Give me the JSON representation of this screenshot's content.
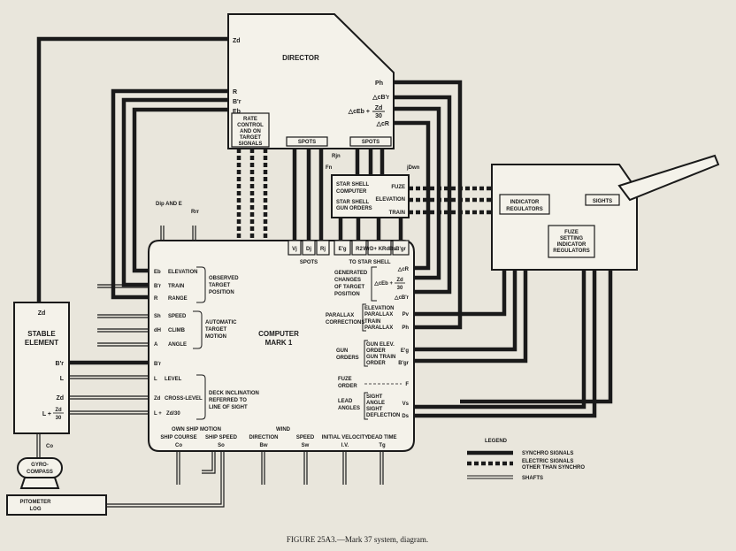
{
  "director": {
    "title": "DIRECTOR",
    "zd": "Zd",
    "r": "R",
    "br": "B'r",
    "eb": "Eb",
    "ph": "Ph",
    "dcbr": "△cB'r",
    "dceb": "△cEb +",
    "zd30_top": "Zd",
    "zd30_bot": "30",
    "dcr": "△cR",
    "rate_box": [
      "RATE",
      "CONTROL",
      "AND ON",
      "TARGET",
      "SIGNALS"
    ],
    "spots_left": "SPOTS",
    "spots_right": "SPOTS"
  },
  "star_shell": {
    "title": [
      "STAR SHELL",
      "COMPUTER"
    ],
    "gun_orders": [
      "STAR SHELL",
      "GUN ORDERS"
    ],
    "fuze": "FUZE",
    "elevation": "ELEVATION",
    "train": "TRAIN",
    "rjn": "Rjn",
    "fn": "Fn",
    "jdwn": "jDwn"
  },
  "computer": {
    "title": [
      "COMPUTER",
      "MARK 1"
    ],
    "inputs_top": [
      "Dip AND E",
      "Rrr"
    ],
    "spots_cells": [
      "Vj",
      "Dj",
      "Rj"
    ],
    "spots_label": "SPOTS",
    "ss_cells": [
      "E'g",
      "R2",
      "WrD+ KRdBs",
      "B'gr"
    ],
    "to_star_shell": "TO STAR SHELL",
    "left_rows": [
      {
        "sym": "Eb",
        "name": "ELEVATION"
      },
      {
        "sym": "B'r",
        "name": "TRAIN"
      },
      {
        "sym": "R",
        "name": "RANGE"
      }
    ],
    "observed": [
      "OBSERVED",
      "TARGET",
      "POSITION"
    ],
    "motion_rows": [
      {
        "sym": "Sh",
        "name": "SPEED"
      },
      {
        "sym": "dH",
        "name": "CLIMB"
      },
      {
        "sym": "A",
        "name": "ANGLE"
      }
    ],
    "automatic": [
      "AUTOMATIC",
      "TARGET",
      "MOTION"
    ],
    "br_sym": "B'r",
    "deck_rows": [
      {
        "sym": "L",
        "name": "LEVEL"
      },
      {
        "sym": "Zd",
        "name": "CROSS-LEVEL"
      },
      {
        "sym": "L +",
        "name": "Zd/30"
      }
    ],
    "deck": [
      "DECK INCLINATION",
      "REFERRED TO",
      "LINE OF SIGHT"
    ],
    "generated": [
      "GENERATED",
      "CHANGES",
      "OF TARGET",
      "POSITION"
    ],
    "gen_syms": [
      "△cR",
      "△cEb +",
      "Zd",
      "30",
      "△cB'r"
    ],
    "parallax_label": [
      "PARALLAX",
      "CORRECTIONS"
    ],
    "parallax_rows": [
      "ELEVATION",
      "PARALLAX",
      "TRAIN",
      "PARALLAX"
    ],
    "pv": "Pv",
    "ph": "Ph",
    "gun_orders_label": [
      "GUN",
      "ORDERS"
    ],
    "gun_rows": [
      "GUN ELEV.",
      "ORDER",
      "GUN TRAIN",
      "ORDER"
    ],
    "eg": "E'g",
    "bgr": "B'gr",
    "fuze_label": [
      "FUZE",
      "ORDER"
    ],
    "f": "F",
    "lead_label": [
      "LEAD",
      "ANGLES"
    ],
    "lead_rows": [
      "SIGHT",
      "ANGLE",
      "SIGHT",
      "DEFLECTION"
    ],
    "vs": "Vs",
    "ds": "Ds",
    "own_ship": "OWN SHIP MOTION",
    "wind": "WIND",
    "bottom": [
      {
        "top": "SHIP COURSE",
        "sym": "Co"
      },
      {
        "top": "SHIP SPEED",
        "sym": "So"
      },
      {
        "top": "DIRECTION",
        "sym": "Bw"
      },
      {
        "top": "SPEED",
        "sym": "Sw"
      },
      {
        "top": "INITIAL VELOCITY",
        "sym": "I.V."
      },
      {
        "top": "DEAD TIME",
        "sym": "Tg"
      }
    ]
  },
  "stable": {
    "zd": "Zd",
    "title": [
      "STABLE",
      "ELEMENT"
    ],
    "rows": [
      "B'r",
      "L",
      "Zd",
      "L +"
    ],
    "frac_top": "Zd",
    "frac_bot": "30",
    "co": "Co"
  },
  "gyro": [
    "GYRO-",
    "COMPASS"
  ],
  "pitometer": [
    "PITOMETER",
    "LOG"
  ],
  "mount": {
    "indicator": [
      "INDICATOR",
      "REGULATORS"
    ],
    "sights": "SIGHTS",
    "fuze_setting": [
      "FUZE",
      "SETTING",
      "INDICATOR",
      "REGULATORS"
    ]
  },
  "legend": {
    "title": "LEGEND",
    "items": [
      "SYNCHRO SIGNALS",
      "ELECTRIC SIGNALS",
      "OTHER THAN SYNCHRO",
      "SHAFTS"
    ]
  },
  "caption": "FIGURE 25A3.—Mark 37 system, diagram."
}
